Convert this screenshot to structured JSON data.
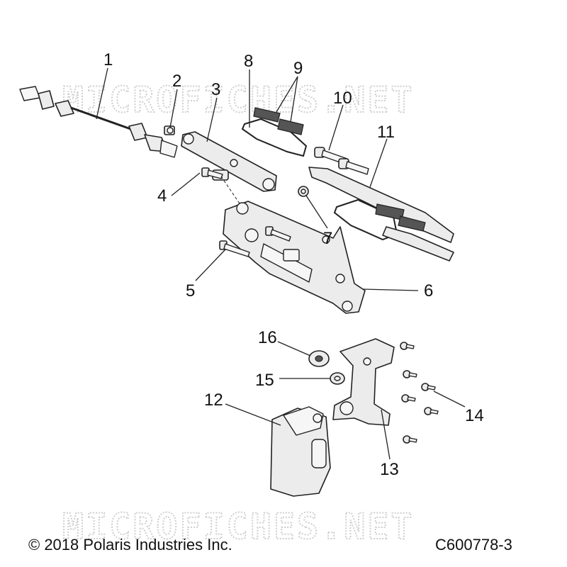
{
  "watermark": {
    "top": "MICROFICHES.NET",
    "bottom": "MICROFICHES.NET"
  },
  "callouts": [
    "1",
    "2",
    "3",
    "4",
    "5",
    "6",
    "7",
    "8",
    "9",
    "10",
    "11",
    "12",
    "13",
    "14",
    "15",
    "16"
  ],
  "footer": {
    "copyright": "© 2018 Polaris Industries Inc.",
    "diagram_code": "C600778-3"
  },
  "colors": {
    "line": "#222222",
    "part_fill": "#ececec",
    "watermark": "#cfcfcf"
  }
}
